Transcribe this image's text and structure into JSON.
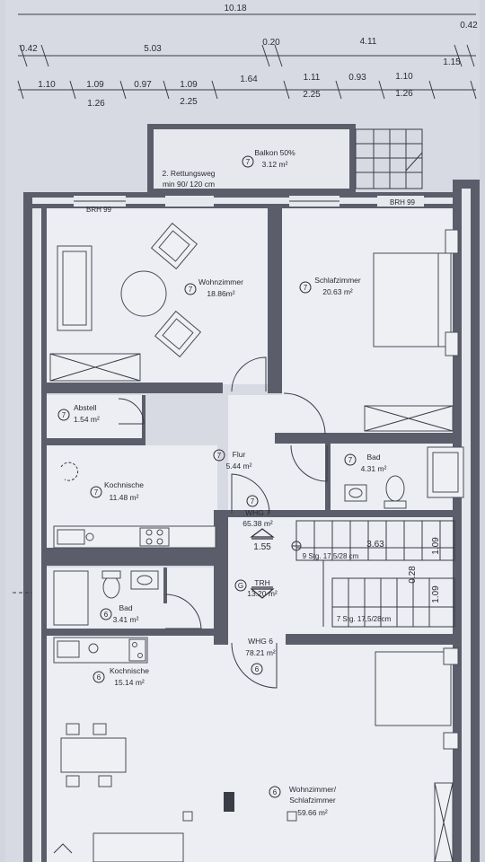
{
  "dimensions": {
    "top_total": "10.18",
    "top_left_small": "0.42",
    "top_middle": "5.03",
    "top_center_small": "0.20",
    "top_right": "4.11",
    "top_right_small": "0.42",
    "row2": [
      "1.10",
      "1.09",
      "0.97",
      "1.09",
      "1.64",
      "1.11",
      "0.93",
      "1.10",
      "1.15"
    ],
    "row3": [
      "1.26",
      "2.25",
      "2.25",
      "1.26"
    ]
  },
  "rooms": {
    "balkon": {
      "number": "7",
      "name": "Balkon 50%",
      "area": "3.12 m²"
    },
    "rettungsweg": {
      "line1": "2. Rettungsweg",
      "line2": "min 90/ 120 cm"
    },
    "brh_left": "BRH 99",
    "brh_right": "BRH 99",
    "wohnzimmer": {
      "number": "7",
      "name": "Wohnzimmer",
      "area": "18.86m²"
    },
    "schlafzimmer": {
      "number": "7",
      "name": "Schlafzimmer",
      "area": "20.63 m²"
    },
    "abstell": {
      "number": "7",
      "name": "Abstell",
      "area": "1.54 m²"
    },
    "flur": {
      "number": "7",
      "name": "Flur",
      "area": "5.44 m²"
    },
    "bad7": {
      "number": "7",
      "name": "Bad",
      "area": "4.31 m²"
    },
    "kochnische7": {
      "number": "7",
      "name": "Kochnische",
      "area": "11.48 m²"
    },
    "whg7": {
      "number": "7",
      "name": "WHG 7",
      "area": "65.38 m²"
    },
    "stair_width": "1.55",
    "stair_upper": "9 Stg. 17,5/28 cm",
    "stair_len": "3.63",
    "stair_side1": "1.09",
    "stair_side2": "0.28",
    "stair_side3": "1.09",
    "trh": {
      "letter": "G",
      "name": "TRH",
      "area": "13.20 m²"
    },
    "stair_lower": "7 Stg. 17,5/28cm",
    "bad6": {
      "number": "6",
      "name": "Bad",
      "area": "3.41 m²"
    },
    "whg6": {
      "number": "6",
      "name": "WHG 6",
      "area": "78.21 m²"
    },
    "kochnische6": {
      "number": "6",
      "name": "Kochnische",
      "area": "15.14 m²"
    },
    "wohnschlaf6": {
      "number": "6",
      "name_line1": "Wohnzimmer/",
      "name_line2": "Schlafzimmer",
      "area": "59.66 m²"
    }
  }
}
